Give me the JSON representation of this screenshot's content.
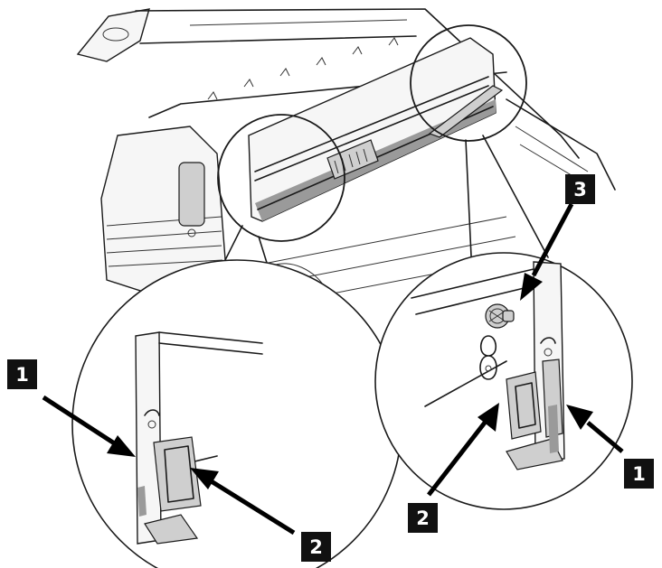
{
  "callouts": [
    {
      "id": "c1-left",
      "label": "1"
    },
    {
      "id": "c2-left",
      "label": "2"
    },
    {
      "id": "c3-right",
      "label": "3"
    },
    {
      "id": "c2-right",
      "label": "2"
    },
    {
      "id": "c1-right",
      "label": "1"
    }
  ],
  "colors": {
    "line": "#1a1a1a",
    "fill_light": "#f6f6f6",
    "fill_gray": "#cfcfcf",
    "callout_bg": "#111111",
    "callout_text": "#ffffff"
  }
}
